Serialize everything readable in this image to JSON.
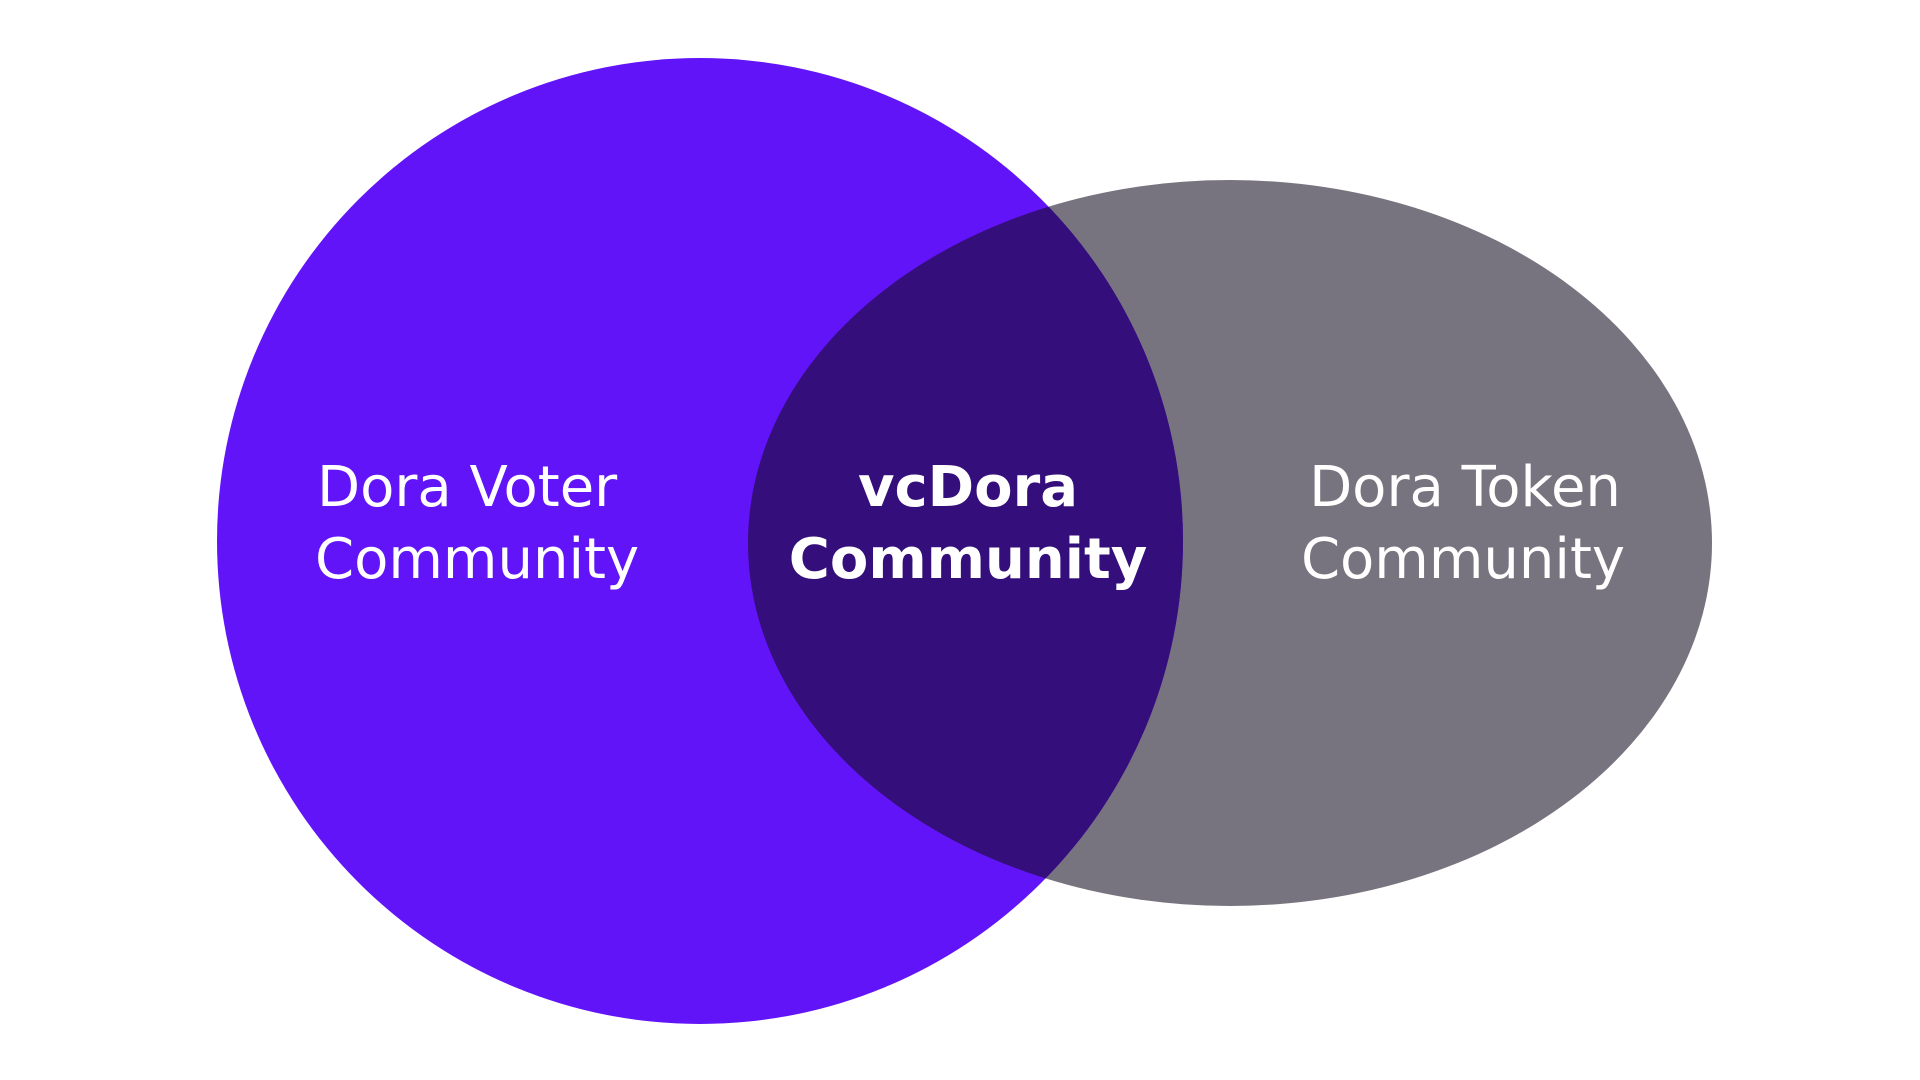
{
  "colors": {
    "background": "#ffffff",
    "voter_circle": "#6214f8",
    "token_ellipse": "#78747f",
    "overlap": "#340e7a",
    "label_text": "#ffffff"
  },
  "venn": {
    "left": {
      "line1": "Dora Voter",
      "line2": "Community"
    },
    "center": {
      "line1": "vcDora",
      "line2": "Community"
    },
    "right": {
      "line1": "Dora Token",
      "line2": "Community"
    }
  }
}
